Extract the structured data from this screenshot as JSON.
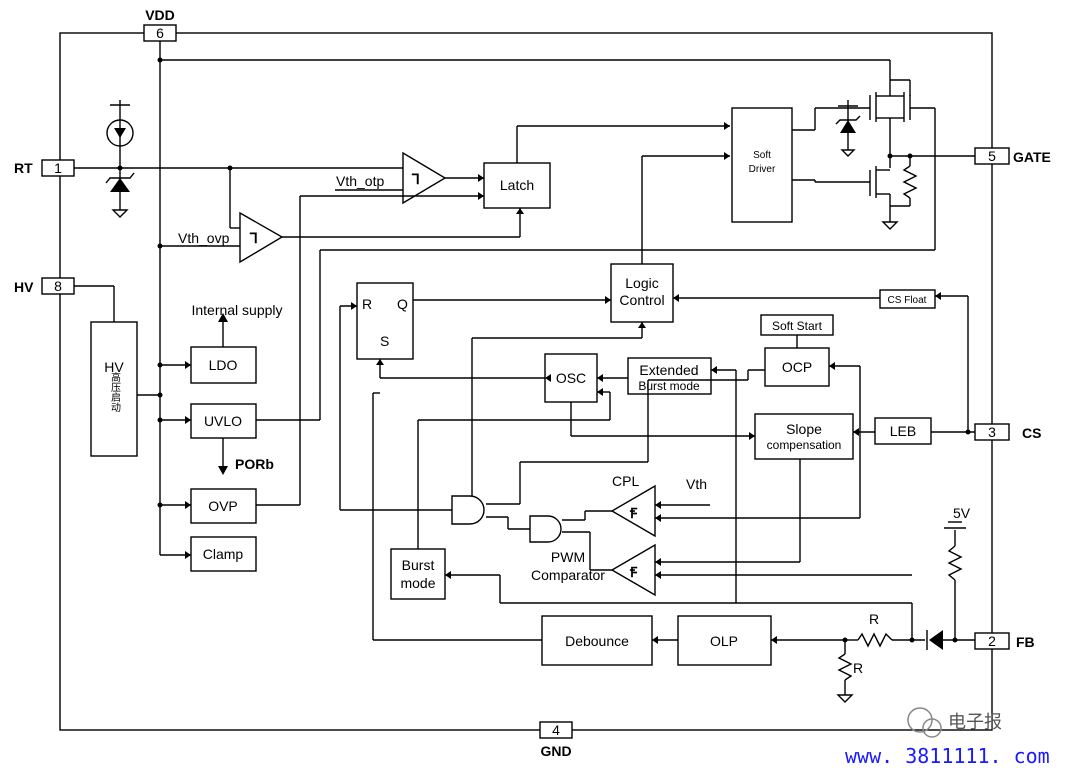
{
  "pins": [
    {
      "id": "vdd",
      "num": "6",
      "name": "VDD"
    },
    {
      "id": "rt",
      "num": "1",
      "name": "RT"
    },
    {
      "id": "hv",
      "num": "8",
      "name": "HV"
    },
    {
      "id": "gate",
      "num": "5",
      "name": "GATE"
    },
    {
      "id": "cs",
      "num": "3",
      "name": "CS"
    },
    {
      "id": "fb",
      "num": "2",
      "name": "FB"
    },
    {
      "id": "gnd",
      "num": "4",
      "name": "GND"
    }
  ],
  "blocks": {
    "latch": "Latch",
    "soft_driver": [
      "Soft",
      "Driver"
    ],
    "hv": "HV",
    "hv_chinese": "高压启动",
    "ldo": "LDO",
    "uvlo": "UVLO",
    "ovp": "OVP",
    "clamp": "Clamp",
    "logic_control": [
      "Logic",
      "Control"
    ],
    "sr_r": "R",
    "sr_q": "Q",
    "sr_s": "S",
    "osc": "OSC",
    "extended_burst": [
      "Extended",
      "Burst mode"
    ],
    "soft_start": "Soft Start",
    "ocp": "OCP",
    "slope_comp": [
      "Slope",
      "compensation"
    ],
    "leb": "LEB",
    "cs_float": "CS Float",
    "burst_mode": [
      "Burst",
      "mode"
    ],
    "debounce": "Debounce",
    "olp": "OLP"
  },
  "labels": {
    "vth_otp": "Vth_otp",
    "vth_ovp": "Vth_ovp",
    "internal_supply": "Internal supply",
    "porb": "PORb",
    "cpl": "CPL",
    "vth": "Vth",
    "pwm_comparator": [
      "PWM",
      "Comparator"
    ],
    "r_series": "R",
    "r_shunt": "R",
    "five_v": "5V"
  },
  "watermark": {
    "source": "电子报",
    "url": "www. 3811111. com"
  },
  "colors": {
    "line": "#000000",
    "watermark_url": "#1a1aff",
    "watermark_text": "#555555"
  }
}
